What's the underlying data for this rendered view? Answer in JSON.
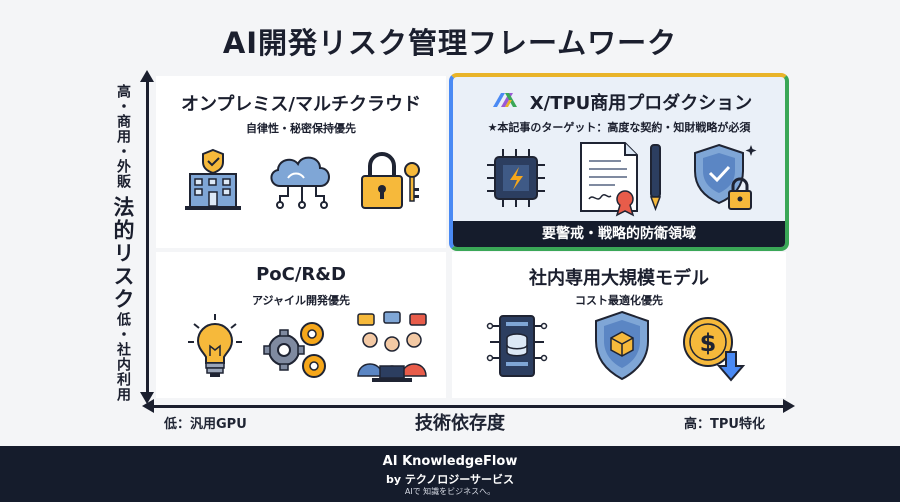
{
  "title": "AI開発リスク管理フレームワーク",
  "y_axis": {
    "high": "高・商用・外販",
    "label": "法的リスク",
    "low": "低・社内利用"
  },
  "x_axis": {
    "low": "低：汎用GPU",
    "label": "技術依存度",
    "high": "高：TPU特化"
  },
  "quadrants": {
    "top_left": {
      "title": "オンプレミス/マルチクラウド",
      "subtitle": "自律性・秘密保持優先"
    },
    "top_right": {
      "title": "X/TPU商用プロダクション",
      "subtitle": "★本記事のターゲット：高度な契約・知財戦略が必須",
      "banner": "要警戒・戦略的防衛領域"
    },
    "bottom_left": {
      "title": "PoC/R&D",
      "subtitle": "アジャイル開発優先"
    },
    "bottom_right": {
      "title": "社内専用大規模モデル",
      "subtitle": "コスト最適化優先"
    }
  },
  "footer": {
    "brand": "AI KnowledgeFlow",
    "by": "by テクノロジーサービス",
    "tagline": "AIで 知識をビジネスへ。"
  },
  "colors": {
    "dark": "#151c2c",
    "highlight_bg": "#eaf0f8",
    "blue": "#4a8af4",
    "yellow": "#e9b429",
    "green": "#3aa757",
    "accent_orange": "#f6a71a"
  },
  "icons": [
    "building-icon",
    "cloud-network-icon",
    "padlock-key-icon",
    "jax-logo-icon",
    "chip-icon",
    "contract-pen-icon",
    "shield-lock-icon",
    "lightbulb-icon",
    "gears-icon",
    "team-icon",
    "server-icon",
    "shield-cube-icon",
    "dollar-down-icon"
  ]
}
